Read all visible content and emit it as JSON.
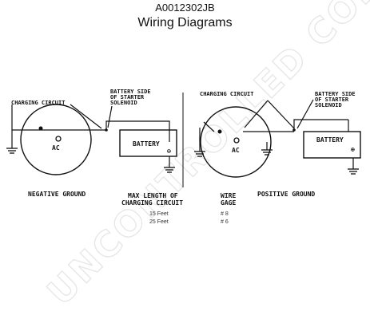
{
  "header": {
    "part_number": "A0012302JB",
    "title": "Wiring Diagrams"
  },
  "watermark": "UNCONTROLLED COPY",
  "negative_ground": {
    "charging_circuit_label": "CHARGING CIRCUIT",
    "battery_side_label": [
      "BATTERY SIDE",
      "OF STARTER",
      "SOLENOID"
    ],
    "alternator_label": "AC",
    "battery_label": "BATTERY",
    "caption": "NEGATIVE GROUND"
  },
  "positive_ground": {
    "charging_circuit_label": "CHARGING CIRCUIT",
    "battery_side_label": [
      "BATTERY SIDE",
      "OF STARTER",
      "SOLENOID"
    ],
    "alternator_label": "AC",
    "battery_label": "BATTERY",
    "caption": "POSITIVE GROUND"
  },
  "wire_table": {
    "col1_header": [
      "MAX LENGTH OF",
      "CHARGING CIRCUIT"
    ],
    "col2_header": [
      "WIRE",
      "GAGE"
    ],
    "rows": [
      {
        "length": "15 Feet",
        "gage": "# 8"
      },
      {
        "length": "25 Feet",
        "gage": "# 6"
      }
    ]
  }
}
